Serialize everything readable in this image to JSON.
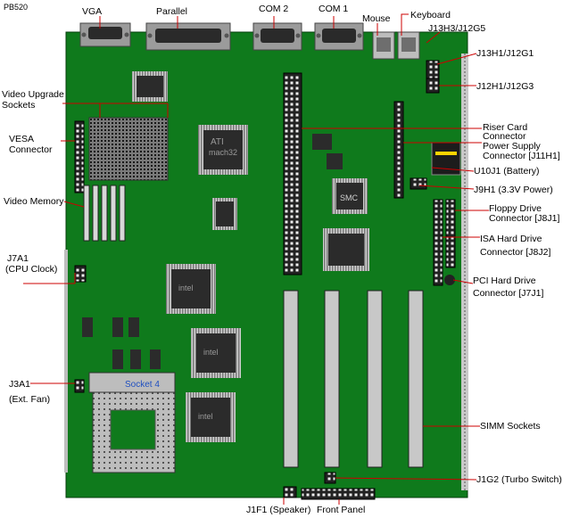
{
  "model": "PB520",
  "labels": {
    "vga": "VGA",
    "parallel": "Parallel",
    "com2": "COM 2",
    "com1": "COM 1",
    "mouse": "Mouse",
    "keyboard": "Keyboard",
    "j13h3": "J13H3/J12G5",
    "j13h1": "J13H1/J12G1",
    "j12h1": "J12H1/J12G3",
    "video_upgrade_1": "Video Upgrade",
    "video_upgrade_2": "Sockets",
    "vesa_1": "VESA",
    "vesa_2": "Connector",
    "video_memory": "Video Memory",
    "j7a1_1": "J7A1",
    "j7a1_2": "(CPU Clock)",
    "j3a1_1": "J3A1",
    "j3a1_2": "(Ext. Fan)",
    "riser_1": "Riser Card",
    "riser_2": "Connector",
    "power_1": "Power Supply",
    "power_2": "Connector [J11H1]",
    "battery": "U10J1 (Battery)",
    "j9h1": "J9H1 (3.3V Power)",
    "floppy_1": "Floppy Drive",
    "floppy_2": "Connector [J8J1]",
    "isa_1": "ISA Hard Drive",
    "isa_2": "Connector [J8J2]",
    "pci_1": "PCI Hard Drive",
    "pci_2": "Connector [J7J1]",
    "simm": "SIMM Sockets",
    "j1g2": "J1G2 (Turbo Switch)",
    "j1f1": "J1F1 (Speaker)",
    "front_panel": "Front Panel"
  },
  "chip_text": {
    "ati_1": "ATI",
    "ati_2": "mach32",
    "smc": "SMC",
    "intel": "intel",
    "socket": "Socket 4"
  },
  "colors": {
    "board": "#0f7a1c",
    "board_dark": "#0a5c14",
    "chip": "#2b2b2b",
    "chip_light": "#9a9a9a",
    "leader": "#cc0000",
    "connector": "#b4b4b4",
    "simm": "#c8c8c8",
    "socket": "#d8d8d8",
    "accent_yellow": "#ffd400"
  }
}
